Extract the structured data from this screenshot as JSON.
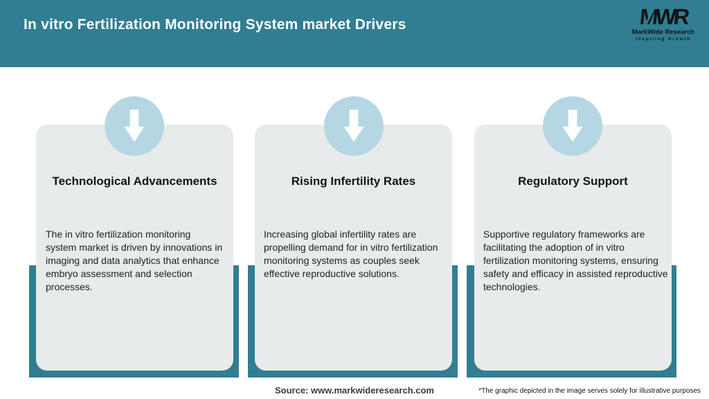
{
  "header": {
    "title": "In vitro Fertilization Monitoring System market Drivers"
  },
  "logo": {
    "monogram": "MWR",
    "name": "MarkWide Research",
    "tagline": "Inspiring Growth"
  },
  "cards": [
    {
      "title": "Technological Advancements",
      "description": "The in vitro fertilization monitoring\nsystem market is driven by innovations in\nimaging and data analytics that enhance\nembryo assessment and selection\nprocesses.",
      "icon": "arrow-down-icon"
    },
    {
      "title": "Rising Infertility Rates",
      "description": "Increasing global infertility rates are\npropelling demand for in vitro fertilization\nmonitoring systems as couples seek\neffective reproductive solutions.",
      "icon": "arrow-down-icon"
    },
    {
      "title": "Regulatory Support",
      "description": "Supportive regulatory frameworks are\nfacilitating the adoption of in vitro\nfertilization monitoring systems, ensuring\nsafety and efficacy in assisted reproductive\ntechnologies.",
      "icon": "arrow-down-icon"
    }
  ],
  "footer": {
    "source": "Source: www.markwideresearch.com",
    "disclaimer": "*The graphic depicted in the image serves solely for illustrative purposes"
  },
  "colors": {
    "teal": "#317d91",
    "card_background": "#e8ebeb",
    "circle_blue": "#b5d7e3",
    "title_text": "#ffffff"
  }
}
